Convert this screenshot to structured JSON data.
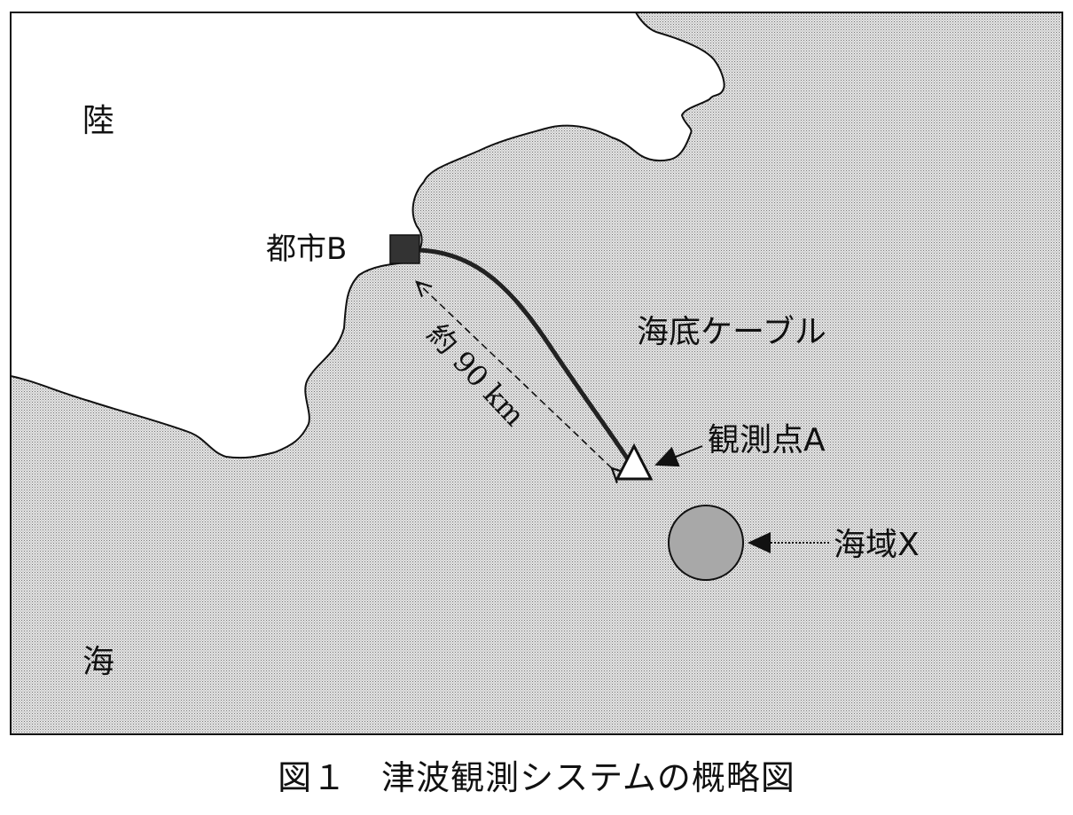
{
  "labels": {
    "land": "陸",
    "sea": "海",
    "city": "都市B",
    "cable": "海底ケーブル",
    "distance": "約 90 km",
    "station": "観測点A",
    "area": "海域X"
  },
  "caption": "図１　津波観測システムの概略図",
  "colors": {
    "sea": "#c8c8c8",
    "land": "#ffffff",
    "city": "#333333",
    "area": "#a8a8a8"
  }
}
